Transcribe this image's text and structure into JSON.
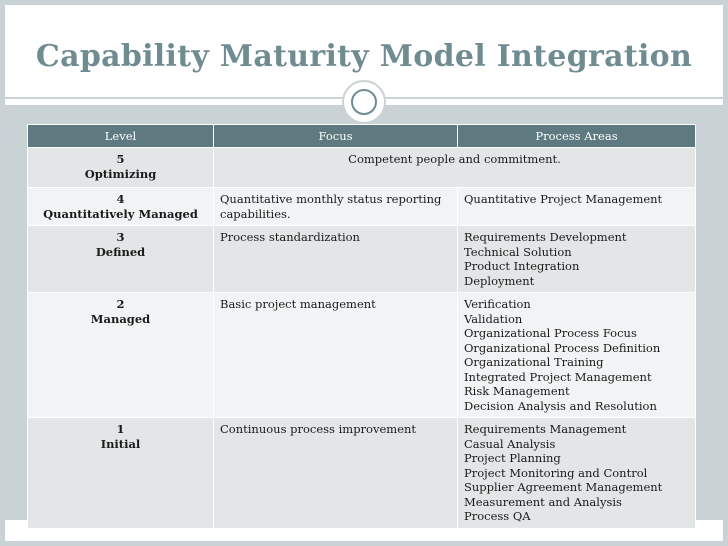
{
  "title": "Capability Maturity Model Integration",
  "colors": {
    "accent": "#6f8c92",
    "header_bg": "#5e7a80",
    "band": "#c9d2d4"
  },
  "table": {
    "headers": {
      "level": "Level",
      "focus": "Focus",
      "process_areas": "Process Areas"
    },
    "rows": [
      {
        "level_num": "5",
        "level_name": "Optimizing",
        "focus": "Competent people and commitment.",
        "process_areas": []
      },
      {
        "level_num": "4",
        "level_name": "Quantitatively Managed",
        "focus": "Quantitative monthly status reporting capabilities.",
        "process_areas": [
          "Quantitative Project Management"
        ]
      },
      {
        "level_num": "3",
        "level_name": "Defined",
        "focus": "Process standardization",
        "process_areas": [
          "Requirements Development",
          "Technical Solution",
          "Product Integration",
          "Deployment"
        ]
      },
      {
        "level_num": "2",
        "level_name": "Managed",
        "focus": "Basic project management",
        "process_areas": [
          "Verification",
          "Validation",
          "Organizational Process Focus",
          "Organizational Process Definition",
          "Organizational Training",
          "Integrated Project Management",
          "Risk Management",
          "Decision Analysis and Resolution"
        ]
      },
      {
        "level_num": "1",
        "level_name": "Initial",
        "focus": "Continuous process improvement",
        "process_areas": [
          "Requirements Management",
          "Casual Analysis",
          "Project Planning",
          "Project Monitoring and Control",
          "Supplier Agreement Management",
          "Measurement and Analysis",
          "Process QA"
        ]
      }
    ]
  }
}
